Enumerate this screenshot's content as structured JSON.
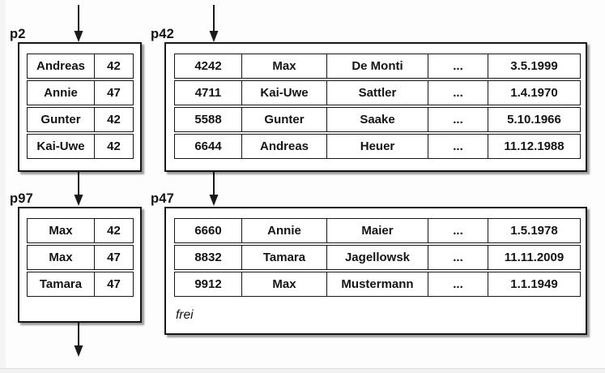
{
  "colors": {
    "border": "#161616",
    "background": "#fdfdfd",
    "box_fill": "#ffffff",
    "shadow": "rgba(0,0,0,0.40)",
    "footer_strip": "#f2f2f2"
  },
  "arrows": [
    {
      "id": "arrow-down-into-p2",
      "direction": "down"
    },
    {
      "id": "arrow-down-into-p42",
      "direction": "down"
    },
    {
      "id": "arrow-p2-to-p97",
      "direction": "down"
    },
    {
      "id": "arrow-p42-to-p47",
      "direction": "down"
    },
    {
      "id": "arrow-out-of-p97",
      "direction": "down"
    }
  ],
  "pages": {
    "p2": {
      "label": "p2",
      "rows": [
        [
          "Andreas",
          "42"
        ],
        [
          "Annie",
          "47"
        ],
        [
          "Gunter",
          "42"
        ],
        [
          "Kai-Uwe",
          "42"
        ]
      ]
    },
    "p42": {
      "label": "p42",
      "rows": [
        [
          "4242",
          "Max",
          "De Monti",
          "...",
          "3.5.1999"
        ],
        [
          "4711",
          "Kai-Uwe",
          "Sattler",
          "...",
          "1.4.1970"
        ],
        [
          "5588",
          "Gunter",
          "Saake",
          "...",
          "5.10.1966"
        ],
        [
          "6644",
          "Andreas",
          "Heuer",
          "...",
          "11.12.1988"
        ]
      ]
    },
    "p97": {
      "label": "p97",
      "rows": [
        [
          "Max",
          "42"
        ],
        [
          "Max",
          "47"
        ],
        [
          "Tamara",
          "47"
        ]
      ]
    },
    "p47": {
      "label": "p47",
      "rows": [
        [
          "6660",
          "Annie",
          "Maier",
          "...",
          "1.5.1978"
        ],
        [
          "8832",
          "Tamara",
          "Jagellowsk",
          "...",
          "11.11.2009"
        ],
        [
          "9912",
          "Max",
          "Mustermann",
          "...",
          "1.1.1949"
        ]
      ],
      "free_label": "frei"
    }
  }
}
